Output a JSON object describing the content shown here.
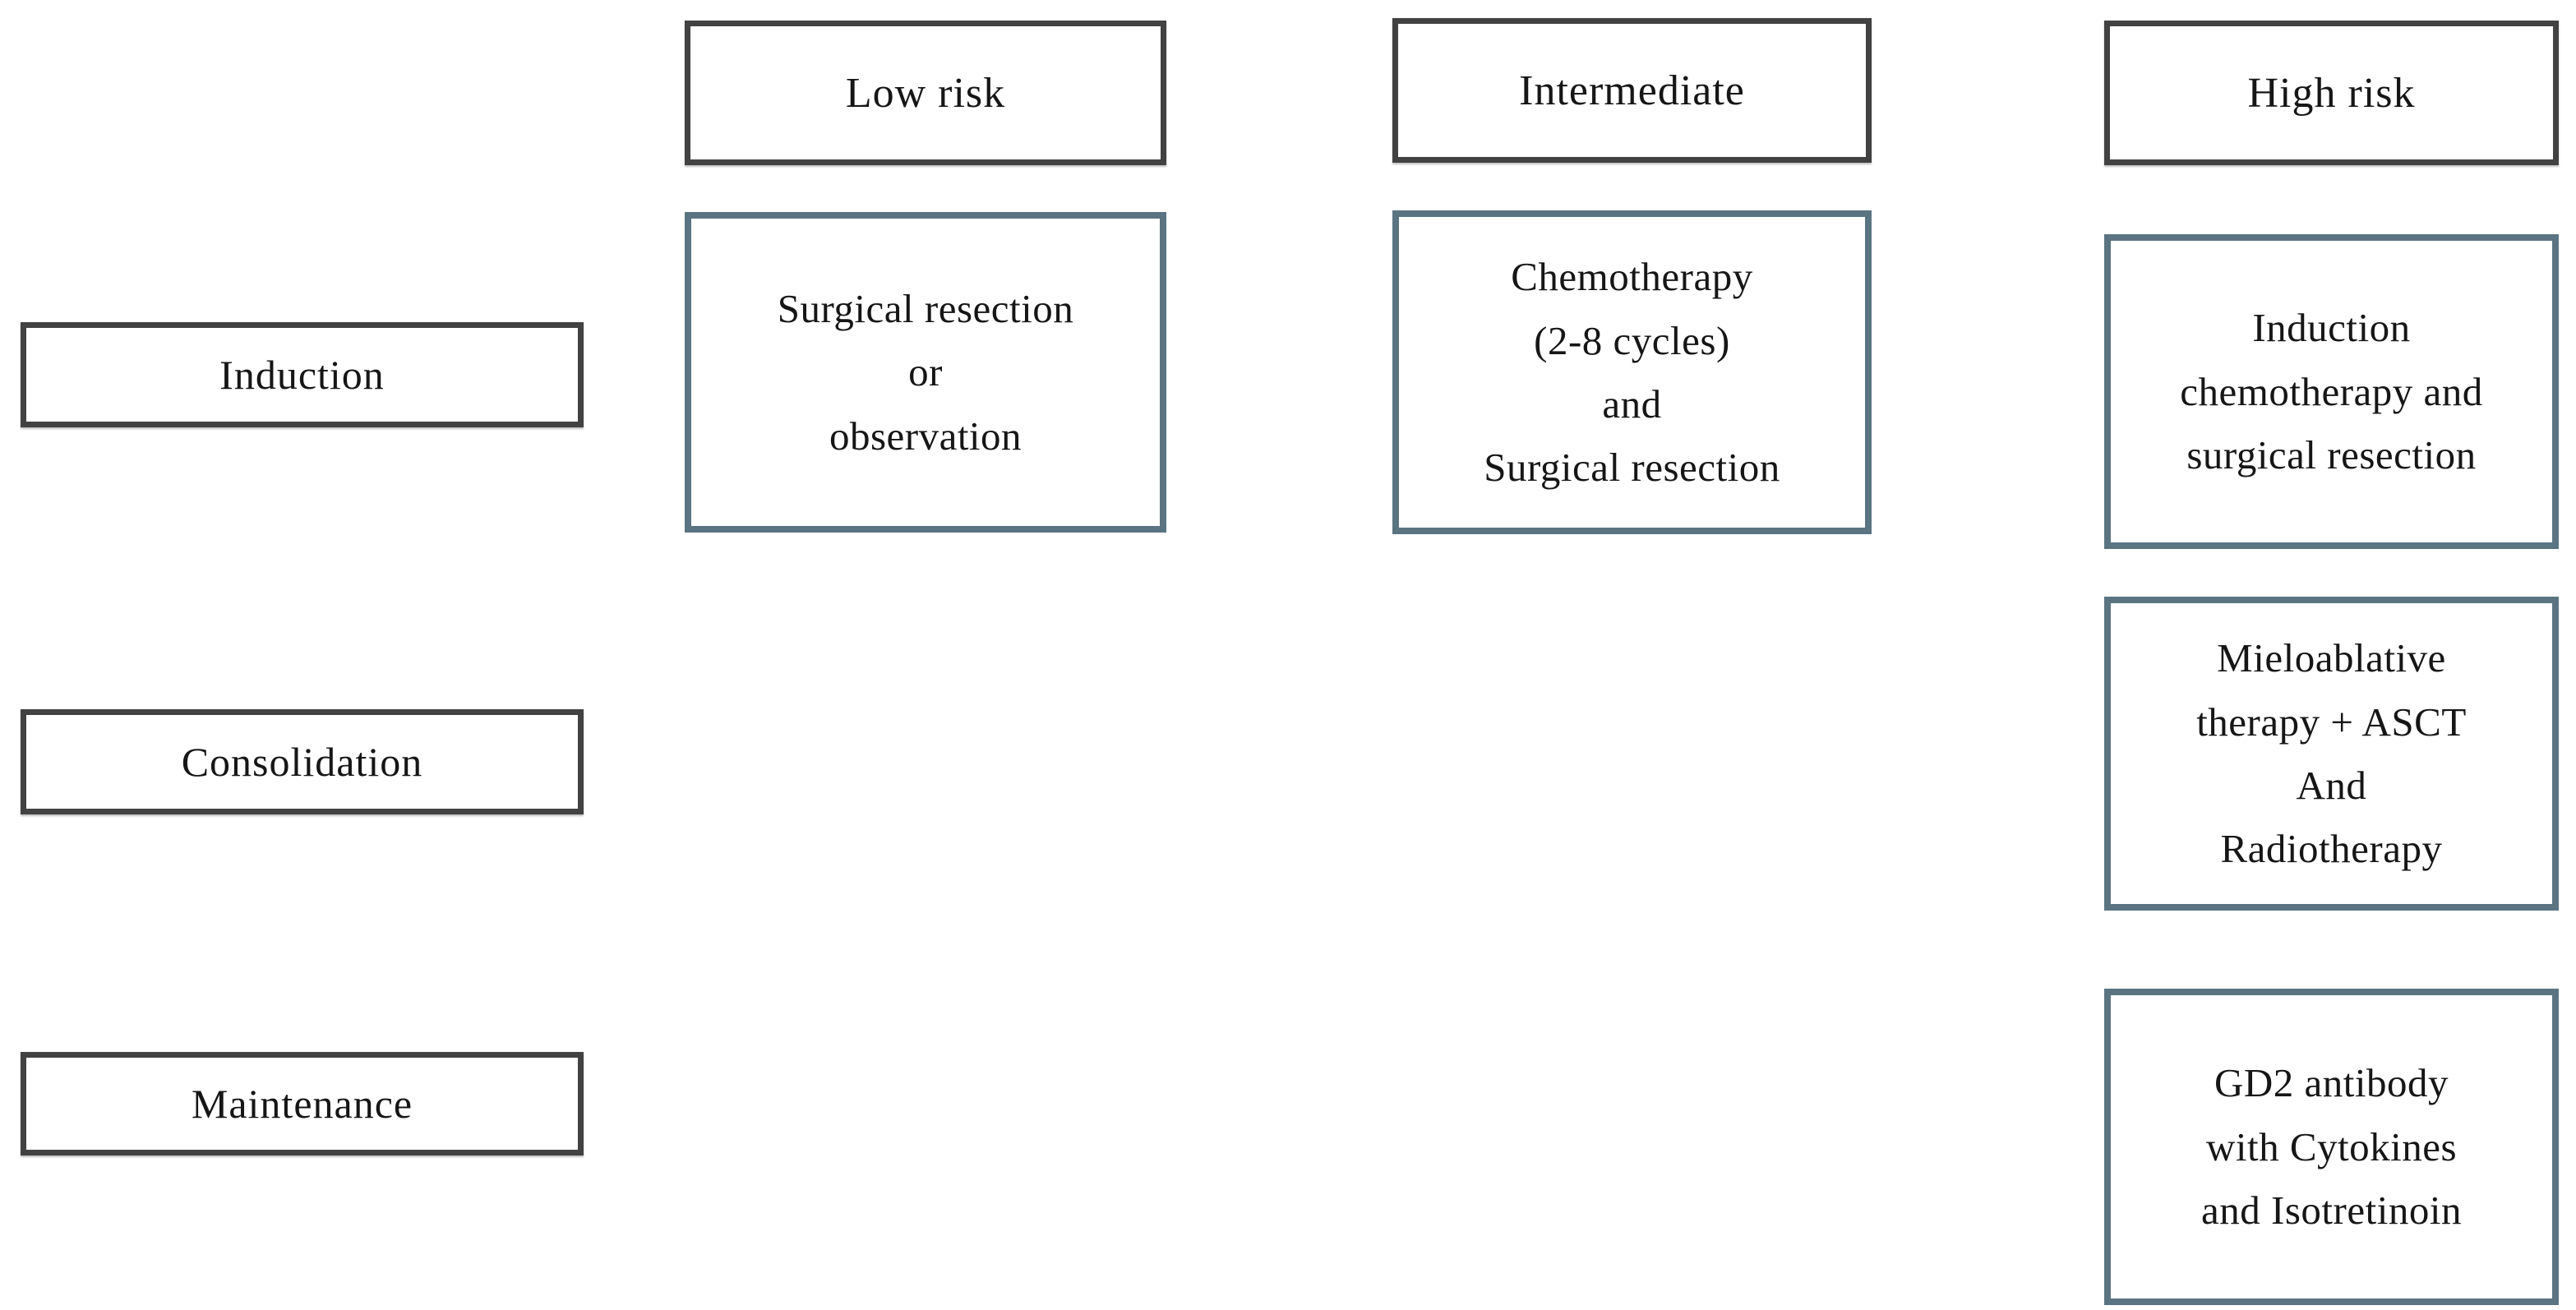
{
  "diagram": {
    "risk_groups": [
      {
        "label": "Low risk"
      },
      {
        "label": "Intermediate"
      },
      {
        "label": "High risk"
      }
    ],
    "phases": [
      {
        "label": "Induction"
      },
      {
        "label": "Consolidation"
      },
      {
        "label": "Maintenance"
      }
    ],
    "treatments": [
      {
        "risk": "Low risk",
        "phase": "Induction",
        "lines": [
          "Surgical resection",
          "or",
          "observation"
        ]
      },
      {
        "risk": "Intermediate",
        "phase": "Induction",
        "lines": [
          "Chemotherapy",
          "(2-8 cycles)",
          "and",
          "Surgical resection"
        ]
      },
      {
        "risk": "High risk",
        "phase": "Induction",
        "lines": [
          "Induction",
          "chemotherapy and",
          "surgical resection"
        ]
      },
      {
        "risk": "High risk",
        "phase": "Consolidation",
        "lines": [
          "Mieloablative",
          "therapy + ASCT",
          "And",
          "Radiotherapy"
        ]
      },
      {
        "risk": "High risk",
        "phase": "Maintenance",
        "lines": [
          "GD2 antibody",
          "with Cytokines",
          "and Isotretinoin"
        ]
      }
    ],
    "colors": {
      "background": "#ffffff",
      "header_border": "#424242",
      "treatment_border": "#5b7482",
      "text": "#161616"
    }
  }
}
